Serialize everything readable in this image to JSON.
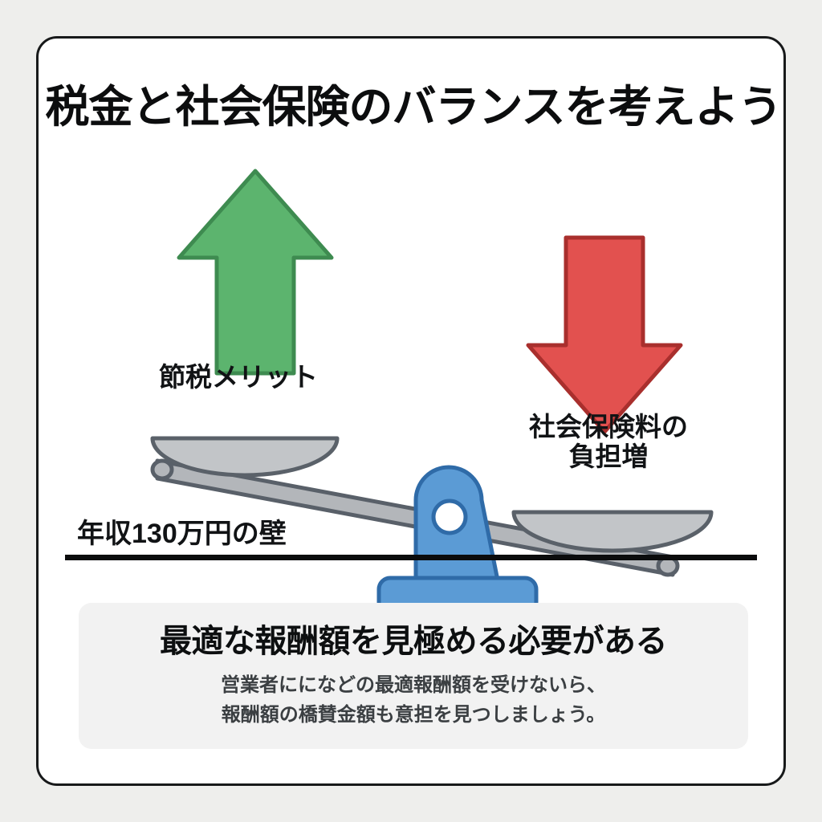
{
  "page": {
    "background_color": "#eeeeec",
    "card_background": "#ffffff",
    "card_border_color": "#17191a"
  },
  "header": {
    "title": "税金と社会保険のバランスを考えよう"
  },
  "diagram": {
    "type": "balance-scale",
    "tilt": "left-side-up",
    "arrows": [
      {
        "name": "up-arrow",
        "direction": "up",
        "color": "#5cb46e",
        "stroke_color": "#3e8b50",
        "meaning_label": "節税メリット"
      },
      {
        "name": "down-arrow",
        "direction": "down",
        "color": "#e2514f",
        "stroke_color": "#a92f2d",
        "meaning_label": "社会保険料の負担増"
      }
    ],
    "left_pan": {
      "label": "節税メリット",
      "state": "raised"
    },
    "right_pan": {
      "label_line1": "社会保険料の",
      "label_line2": "負担増",
      "state": "lowered"
    },
    "fulcrum": {
      "color": "#5b9bd5",
      "stroke_color": "#2f6ba8"
    },
    "beam": {
      "color": "#b3b6ba",
      "stroke_color": "#596069"
    },
    "pan": {
      "color": "#c2c5c8",
      "stroke_color": "#5a6169"
    },
    "ground_line": {
      "label": "年収130万円の壁",
      "color": "#0b0c0d"
    }
  },
  "callout": {
    "background_color": "#f2f2f2",
    "heading": "最適な報酬額を見極める必要がある",
    "body_lines": [
      "営業者にになどの最適報酬額を受けないら、",
      "報酬額の橋賛金額も意担を見つしましょう。"
    ]
  }
}
